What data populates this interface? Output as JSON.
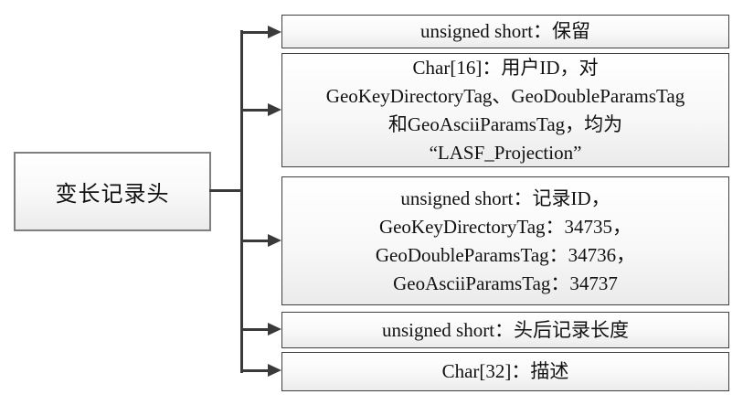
{
  "diagram": {
    "root": {
      "label": "变长记录头"
    },
    "fields": [
      {
        "id": "reserved",
        "lines": [
          "unsigned short：保留"
        ]
      },
      {
        "id": "user-id",
        "lines": [
          "Char[16]：用户ID，对",
          "GeoKeyDirectoryTag、GeoDoubleParamsTag",
          "和GeoAsciiParamsTag，均为",
          "“LASF_Projection”"
        ]
      },
      {
        "id": "record-id",
        "lines": [
          "unsigned short：记录ID，",
          "GeoKeyDirectoryTag：34735，",
          "GeoDoubleParamsTag：34736，",
          "GeoAsciiParamsTag：34737"
        ]
      },
      {
        "id": "record-length-after-header",
        "lines": [
          "unsigned short：头后记录长度"
        ]
      },
      {
        "id": "description",
        "lines": [
          "Char[32]：描述"
        ]
      }
    ],
    "colors": {
      "connector": "#3a3a3a",
      "field_border": "#404040",
      "root_border": "#7f7f7f",
      "fill_top": "#ffffff",
      "fill_bottom": "#ebebeb",
      "text": "#111111",
      "background": "#ffffff"
    }
  }
}
